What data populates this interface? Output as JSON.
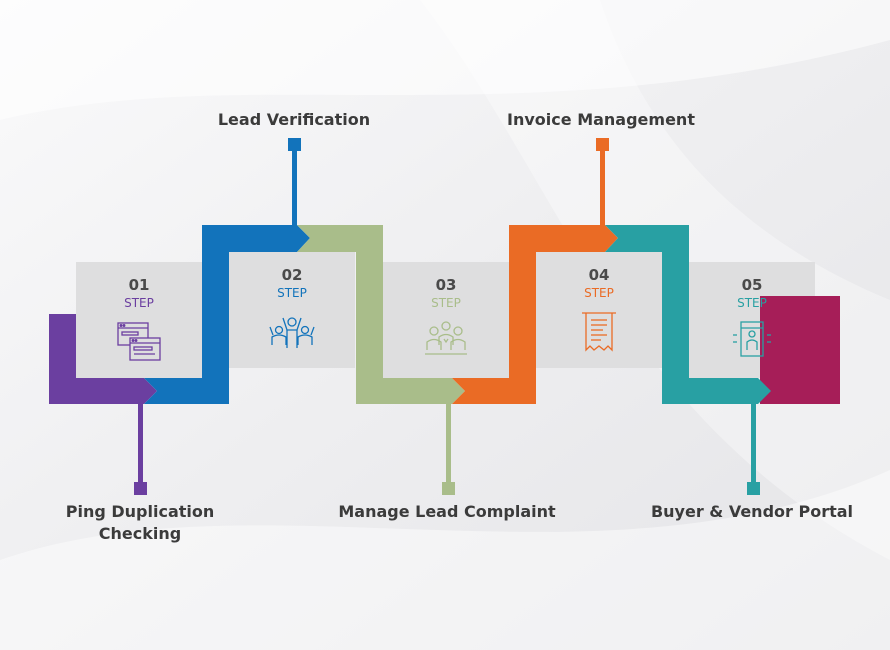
{
  "colors": {
    "purple": "#6b3fa0",
    "blue": "#1273bb",
    "sage": "#a9bd8a",
    "orange": "#ea6b25",
    "teal": "#28a0a3",
    "magenta": "#a61e58",
    "panel": "#dededf"
  },
  "steps": [
    {
      "number": "01",
      "label": "STEP",
      "title": "Ping Duplication Checking",
      "icon": "browser-windows-icon",
      "color": "#6b3fa0"
    },
    {
      "number": "02",
      "label": "STEP",
      "title": "Lead Verification",
      "icon": "team-celebration-icon",
      "color": "#1273bb"
    },
    {
      "number": "03",
      "label": "STEP",
      "title": "Manage Lead Complaint",
      "icon": "meeting-people-icon",
      "color": "#a9bd8a"
    },
    {
      "number": "04",
      "label": "STEP",
      "title": "Invoice Management",
      "icon": "invoice-receipt-icon",
      "color": "#ea6b25"
    },
    {
      "number": "05",
      "label": "STEP",
      "title": "Buyer & Vendor Portal",
      "icon": "portal-door-icon",
      "color": "#28a0a3"
    }
  ]
}
